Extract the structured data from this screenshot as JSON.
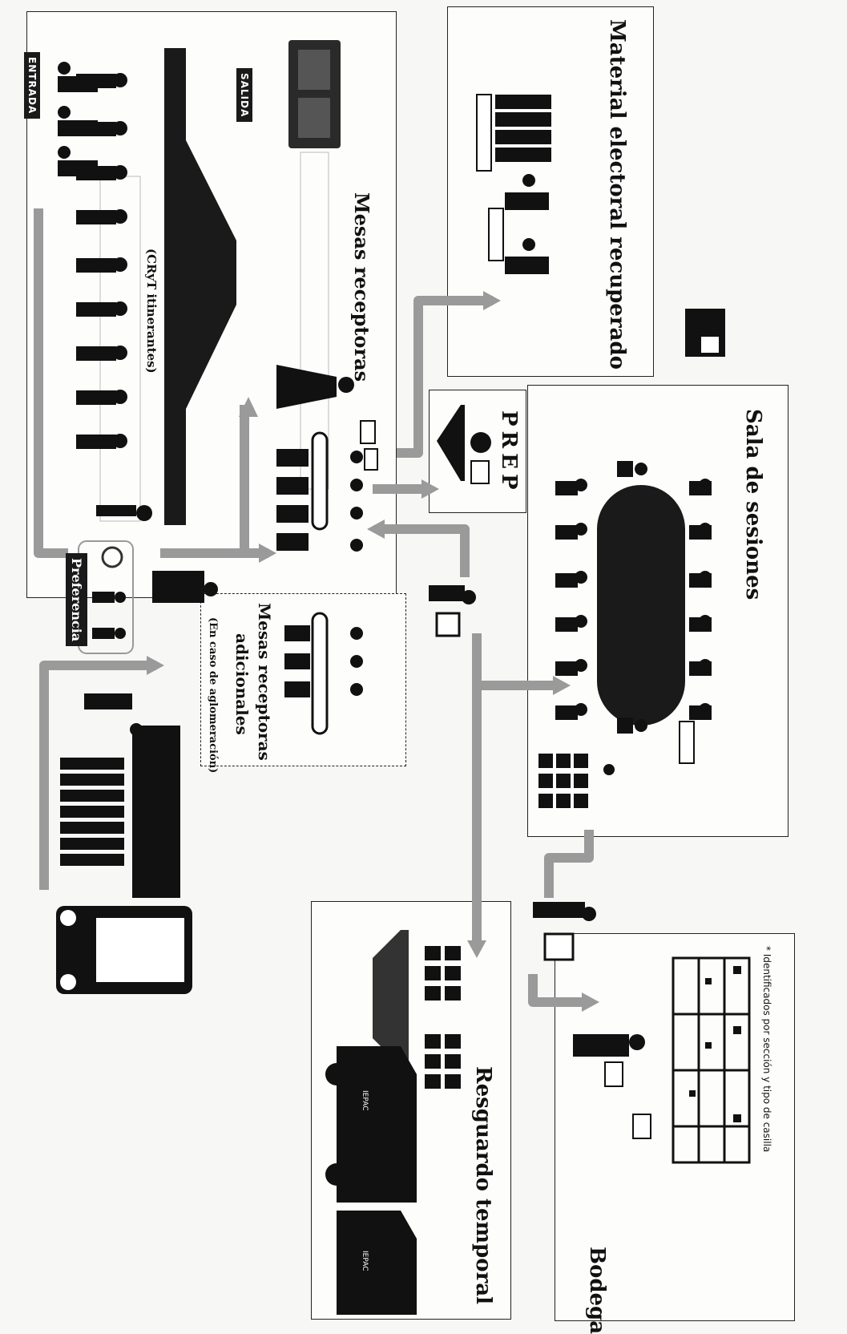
{
  "areas": {
    "material": "Material electoral recuperado",
    "mesas": "Mesas receptoras",
    "crt": "(CRyT itinerantes)",
    "prep": "PREP",
    "sala": "Sala de sesiones",
    "adicionales_line1": "Mesas receptoras",
    "adicionales_line2": "adicionales",
    "adicionales_note": "(En caso de aglomeración)",
    "resguardo": "Resguardo temporal",
    "bodega": "Bodega",
    "bodega_note": "* Identificados por sección y tipo de casilla"
  },
  "signs": {
    "entrada": "ENTRADA",
    "salida": "SALIDA",
    "preferencia": "Preferencia"
  },
  "vehicle_logo": "IEPAC",
  "colors": {
    "arrow": "#9a9a9a",
    "ink": "#1a1a1a",
    "table": "#222222"
  }
}
